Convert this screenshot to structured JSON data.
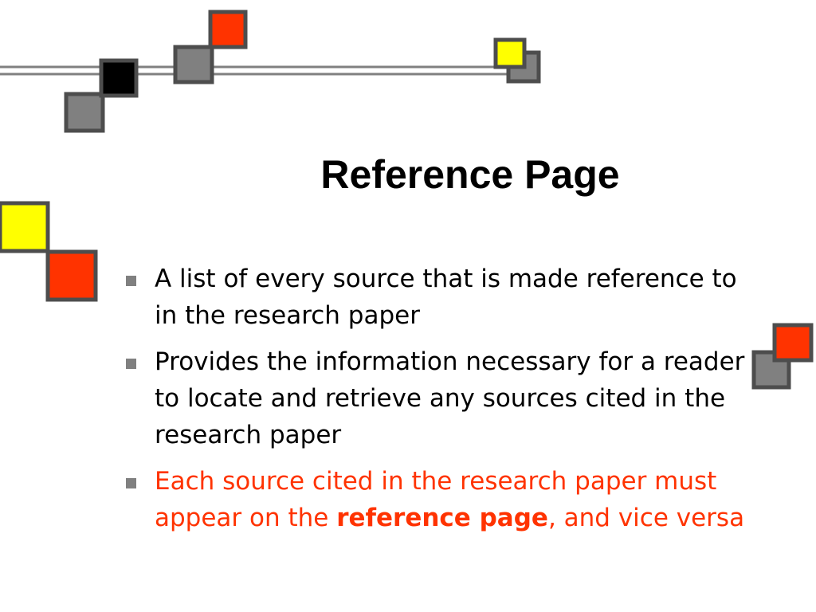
{
  "slide": {
    "title": "Reference Page",
    "bullets": [
      {
        "text": "A list of every source that is made reference to in the research paper"
      },
      {
        "text": "Provides the information necessary for a reader to locate and retrieve any sources cited in the research paper"
      },
      {
        "text_before": "Each source cited in the research paper must appear on the ",
        "emphasis": "reference page",
        "text_after": ", and vice versa"
      }
    ]
  },
  "colors": {
    "accent_red": "#ff3300",
    "accent_yellow": "#ffff00",
    "square_gray": "#808080",
    "square_border": "#4d4d4d",
    "square_black": "#000000",
    "bullet_gray": "#808080"
  },
  "icons": [
    "bullet-square-icon"
  ]
}
